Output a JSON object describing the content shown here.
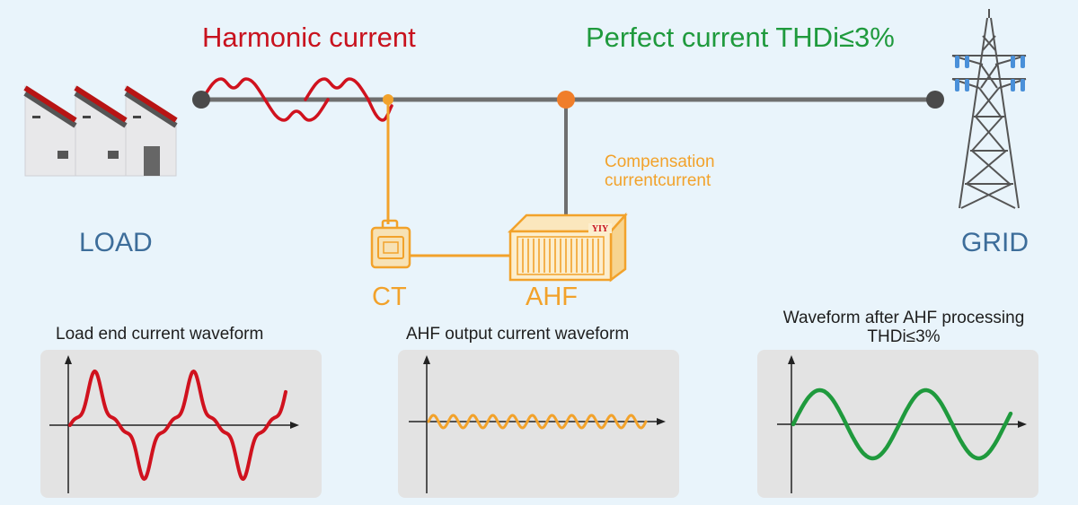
{
  "labels": {
    "harmonic_current": "Harmonic current",
    "perfect_current": "Perfect current  THDi≤3%",
    "compensation_line1": "Compensation",
    "compensation_line2": "currentcurrent",
    "load": "LOAD",
    "grid": "GRID",
    "ct": "CT",
    "ahf": "AHF",
    "device_brand": "YIY"
  },
  "panels": [
    {
      "title": "Load end current waveform"
    },
    {
      "title": "AHF output current waveform"
    },
    {
      "title_line1": "Waveform after AHF processing",
      "title_line2": "THDi≤3%"
    }
  ],
  "colors": {
    "background": "#e9f4fb",
    "harmonic": "#d0121e",
    "perfect": "#1f9a3d",
    "compensation": "#f2a22b",
    "node_dark": "#4a4a4a",
    "node_orange": "#f07e2a",
    "label_blue": "#3d6d9a",
    "panel_bg": "#e3e3e3"
  }
}
